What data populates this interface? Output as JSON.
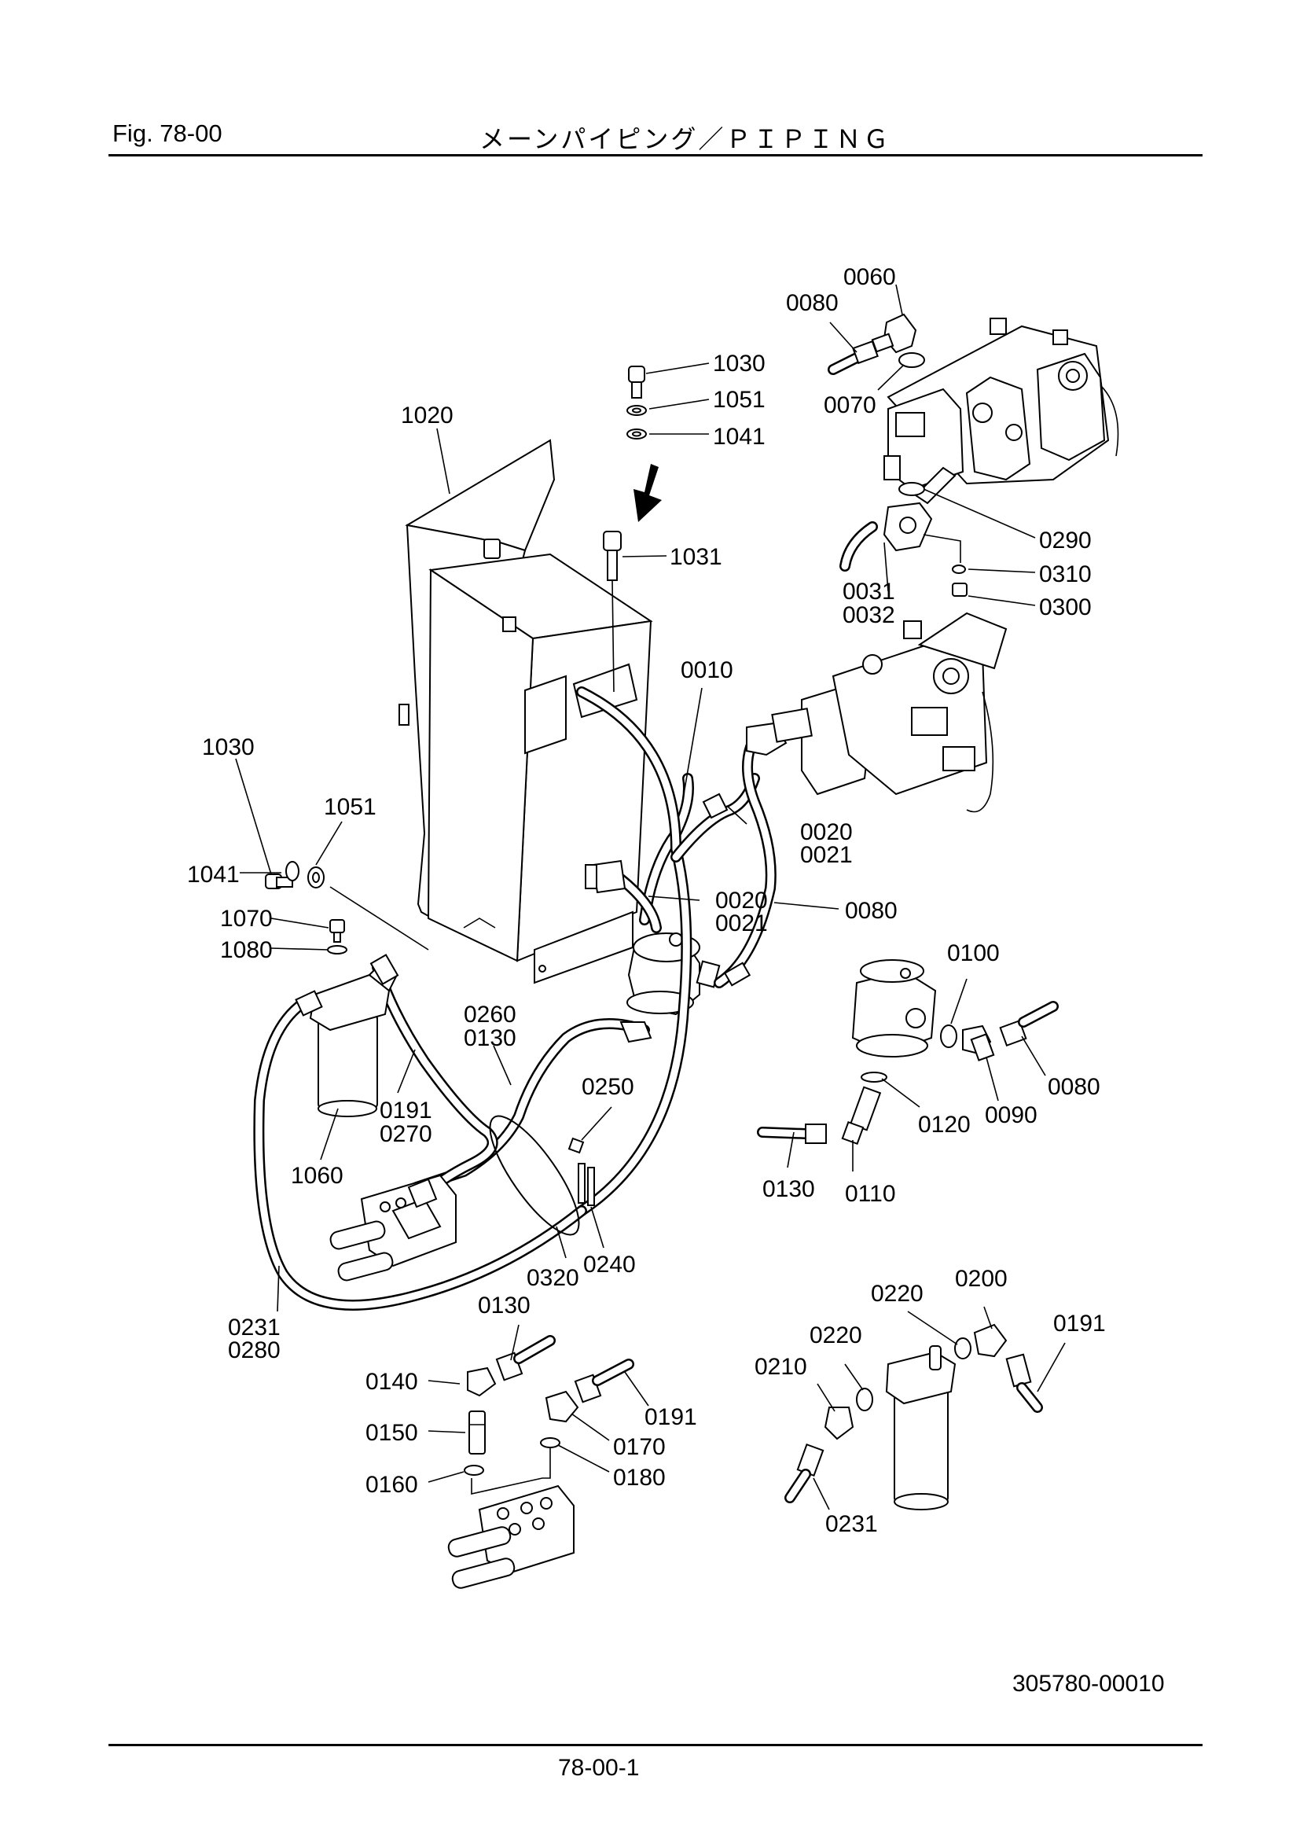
{
  "header": {
    "fig": "Fig.  78-00",
    "title": "メーンパイピング／ＰＩＰＩＮＧ"
  },
  "footer": {
    "drawing_number": "305780-00010",
    "page_number": "78-00-1"
  },
  "callouts": {
    "c0060": "0060",
    "c0080a": "0080",
    "c1030a": "1030",
    "c1051a": "1051",
    "c1041a": "1041",
    "c0070": "0070",
    "c1020": "1020",
    "c0290": "0290",
    "c1031": "1031",
    "c0310": "0310",
    "c0300": "0300",
    "c0031": "0031",
    "c0032": "0032",
    "c0010": "0010",
    "c1030b": "1030",
    "c1051b": "1051",
    "c0020a": "0020",
    "c0021a": "0021",
    "c1041b": "1041",
    "c0020b": "0020",
    "c0021b": "0021",
    "c1070": "1070",
    "c0080b": "0080",
    "c1080": "1080",
    "c0100": "0100",
    "c0260": "0260",
    "c0130a": "0130",
    "c0080c": "0080",
    "c0250": "0250",
    "c0191a": "0191",
    "c0270": "0270",
    "c0120": "0120",
    "c0090": "0090",
    "c1060": "1060",
    "c0130b": "0130",
    "c0110": "0110",
    "c0320": "0320",
    "c0240": "0240",
    "c0200": "0200",
    "c0220a": "0220",
    "c0231a": "0231",
    "c0280": "0280",
    "c0130c": "0130",
    "c0191b": "0191",
    "c0220b": "0220",
    "c0140": "0140",
    "c0210": "0210",
    "c0191c": "0191",
    "c0150": "0150",
    "c0170": "0170",
    "c0180": "0180",
    "c0160": "0160",
    "c0231b": "0231"
  }
}
